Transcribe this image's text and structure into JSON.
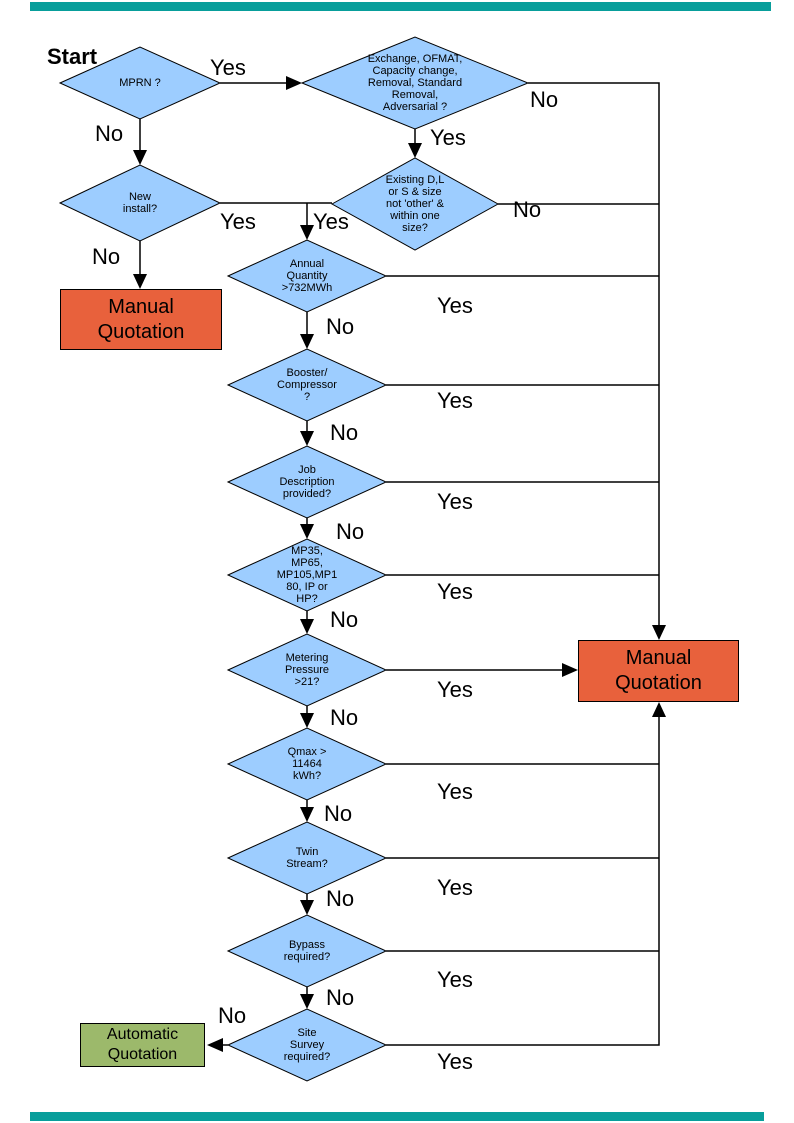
{
  "colors": {
    "node_fill": "#9DCDFF",
    "node_stroke": "#000000",
    "line": "#000000",
    "manual_fill": "#E8613C",
    "auto_fill": "#9CB96B",
    "bar": "#089E9B"
  },
  "start_label": "Start",
  "nodes": {
    "mprn": {
      "label": "MPRN ?"
    },
    "exchange": {
      "label": "Exchange, OFMAT,\nCapacity change,\nRemoval, Standard\nRemoval,\nAdversarial ?"
    },
    "new_install": {
      "label": "New\ninstall?"
    },
    "existing": {
      "label": "Existing D,L\nor S & size\nnot 'other' &\nwithin one\nsize?"
    },
    "annual_quantity": {
      "label": "Annual\nQuantity\n>732MWh"
    },
    "booster": {
      "label": "Booster/\nCompressor\n?"
    },
    "job_description": {
      "label": "Job\nDescription\nprovided?"
    },
    "mp_pressure_tier": {
      "label": "MP35,\nMP65,\nMP105,MP1\n80, IP or\nHP?"
    },
    "metering_pressure": {
      "label": "Metering\nPressure\n>21?"
    },
    "qmax": {
      "label": "Qmax >\n11464\nkWh?"
    },
    "twin_stream": {
      "label": "Twin\nStream?"
    },
    "bypass": {
      "label": "Bypass\nrequired?"
    },
    "site_survey": {
      "label": "Site\nSurvey\nrequired?"
    }
  },
  "terminals": {
    "manual_left": {
      "label": "Manual\nQuotation"
    },
    "manual_right": {
      "label": "Manual\nQuotation"
    },
    "automatic": {
      "label": "Automatic\nQuotation"
    }
  },
  "edge_labels": [
    {
      "text": "Yes"
    },
    {
      "text": "No"
    },
    {
      "text": "No"
    },
    {
      "text": "Yes"
    },
    {
      "text": "Yes"
    },
    {
      "text": "Yes"
    },
    {
      "text": "No"
    },
    {
      "text": "No"
    },
    {
      "text": "No"
    },
    {
      "text": "Yes"
    },
    {
      "text": "No"
    },
    {
      "text": "Yes"
    },
    {
      "text": "No"
    },
    {
      "text": "Yes"
    },
    {
      "text": "No"
    },
    {
      "text": "Yes"
    },
    {
      "text": "No"
    },
    {
      "text": "Yes"
    },
    {
      "text": "No"
    },
    {
      "text": "Yes"
    },
    {
      "text": "No"
    },
    {
      "text": "Yes"
    },
    {
      "text": "No"
    },
    {
      "text": "Yes"
    },
    {
      "text": "No"
    },
    {
      "text": "Yes"
    }
  ]
}
